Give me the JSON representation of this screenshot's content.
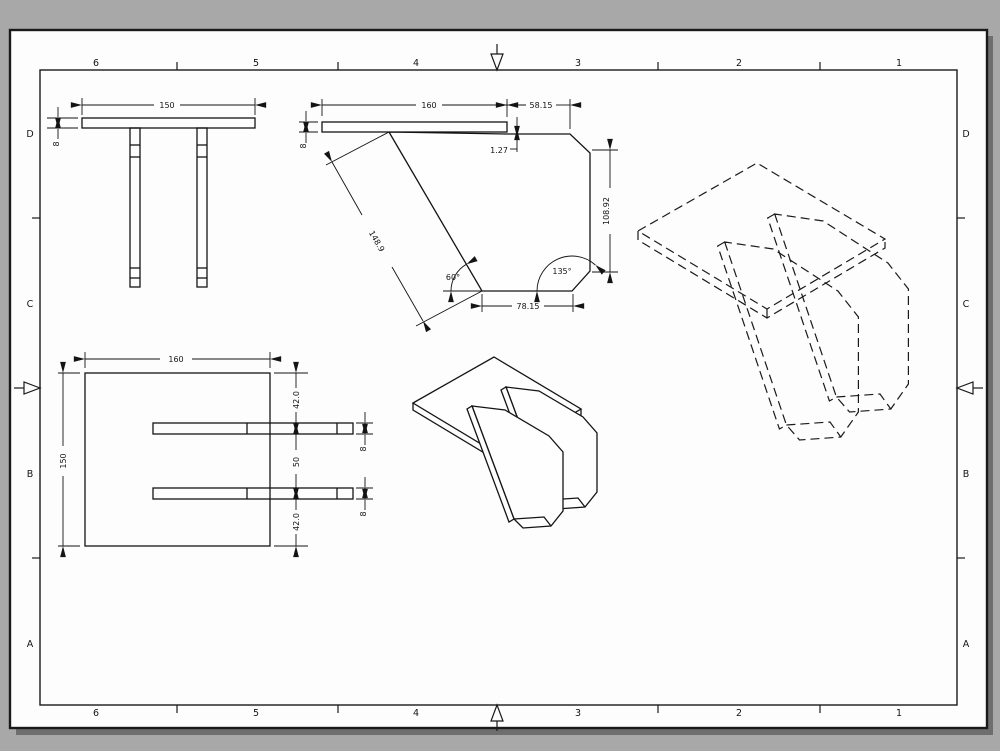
{
  "app": {
    "description": "CAD sheet drawing of a table bracket with front, side, plan and isometric views"
  },
  "colors": {
    "background": "#a8a8a8",
    "paper": "#fdfdfd",
    "line": "#141414",
    "shadow": "#6e6e6e"
  },
  "zones": {
    "top": [
      "6",
      "5",
      "4",
      "3",
      "2",
      "1"
    ],
    "bottom": [
      "6",
      "5",
      "4",
      "3",
      "2",
      "1"
    ],
    "left": [
      "D",
      "C",
      "B",
      "A"
    ],
    "right": [
      "D",
      "C",
      "B",
      "A"
    ]
  },
  "views": {
    "front": {
      "width": "150",
      "thickness": "8"
    },
    "side": {
      "length": "160",
      "overhang": "58.15",
      "step": "1.27",
      "leg_length": "148.9",
      "leg_angle": "60°",
      "height": "108.92",
      "corner_angle": "135°",
      "base": "78.15",
      "thickness": "8"
    },
    "plan": {
      "width": "160",
      "depth": "150",
      "offset_top": "42.0",
      "bar1_thickness": "8",
      "gap": "50",
      "bar2_thickness": "8",
      "offset_bottom": "42.0"
    }
  }
}
